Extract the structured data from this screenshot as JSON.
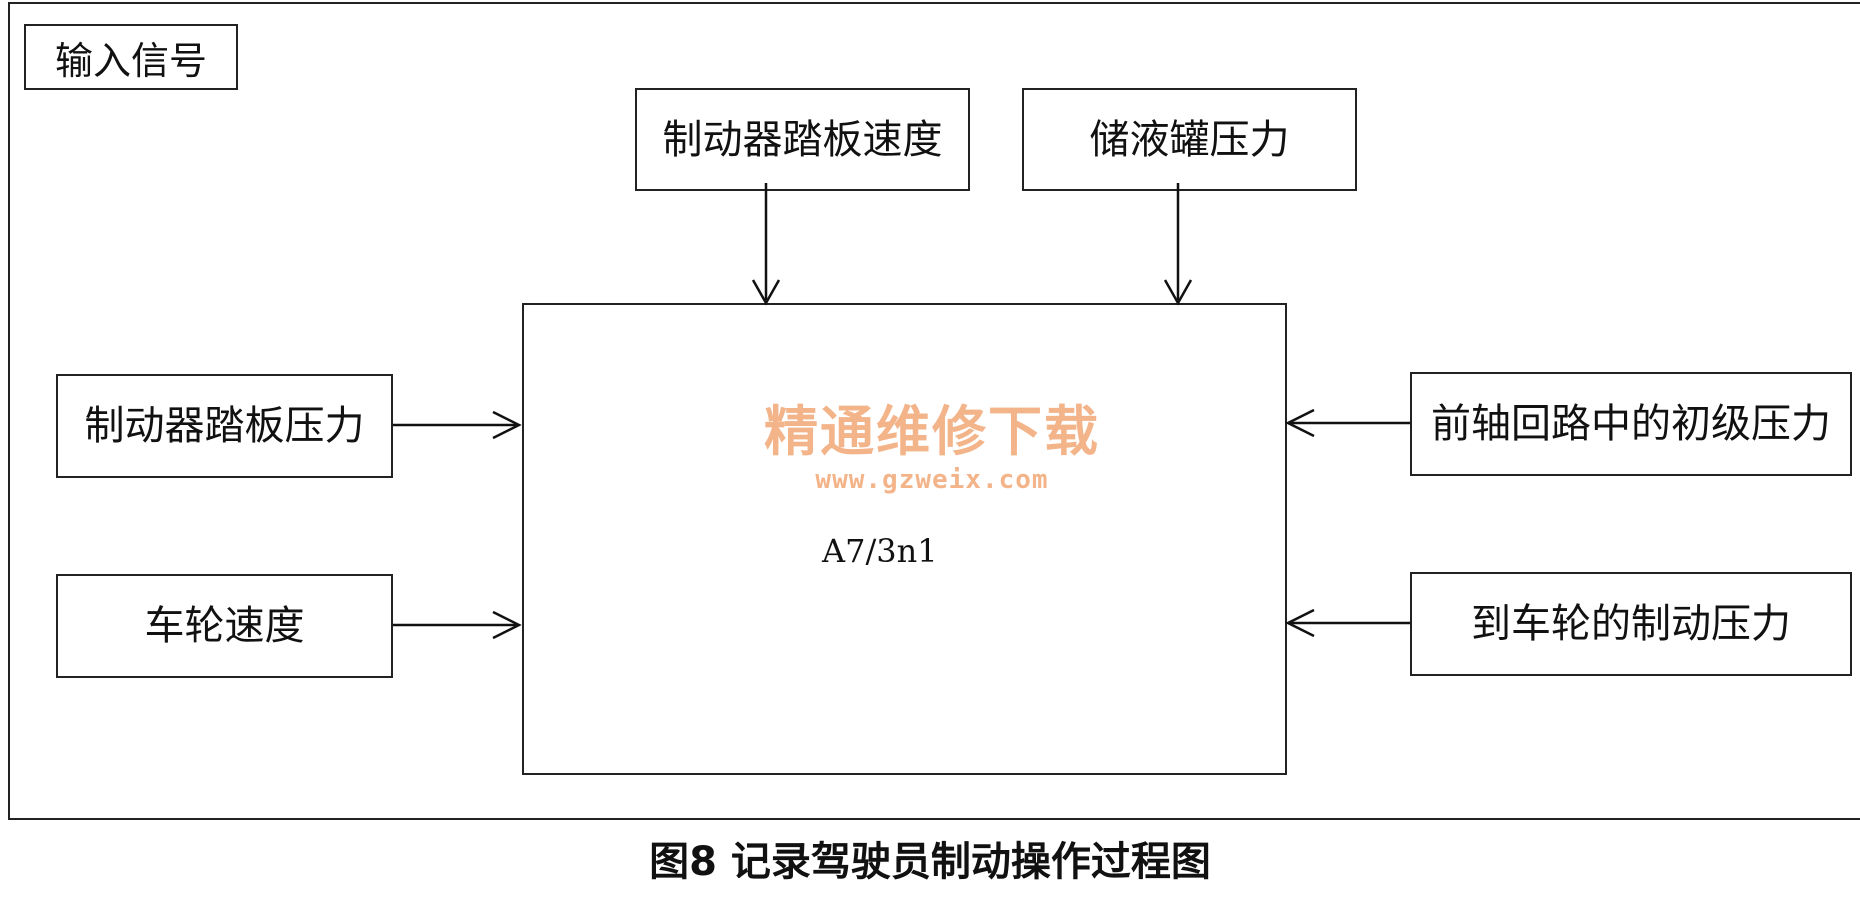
{
  "diagram": {
    "section_label": "输入信号",
    "inputs": {
      "pedal_speed": "制动器踏板速度",
      "reservoir_pressure": "储液罐压力",
      "pedal_pressure": "制动器踏板压力",
      "wheel_speed": "车轮速度",
      "front_axle_primary_pressure": "前轴回路中的初级压力",
      "wheel_brake_pressure": "到车轮的制动压力"
    },
    "control_unit": "A7/3n1",
    "watermark": {
      "text": "精通维修下载",
      "url": "www.gzweix.com"
    },
    "caption": "图8 记录驾驶员制动操作过程图"
  }
}
